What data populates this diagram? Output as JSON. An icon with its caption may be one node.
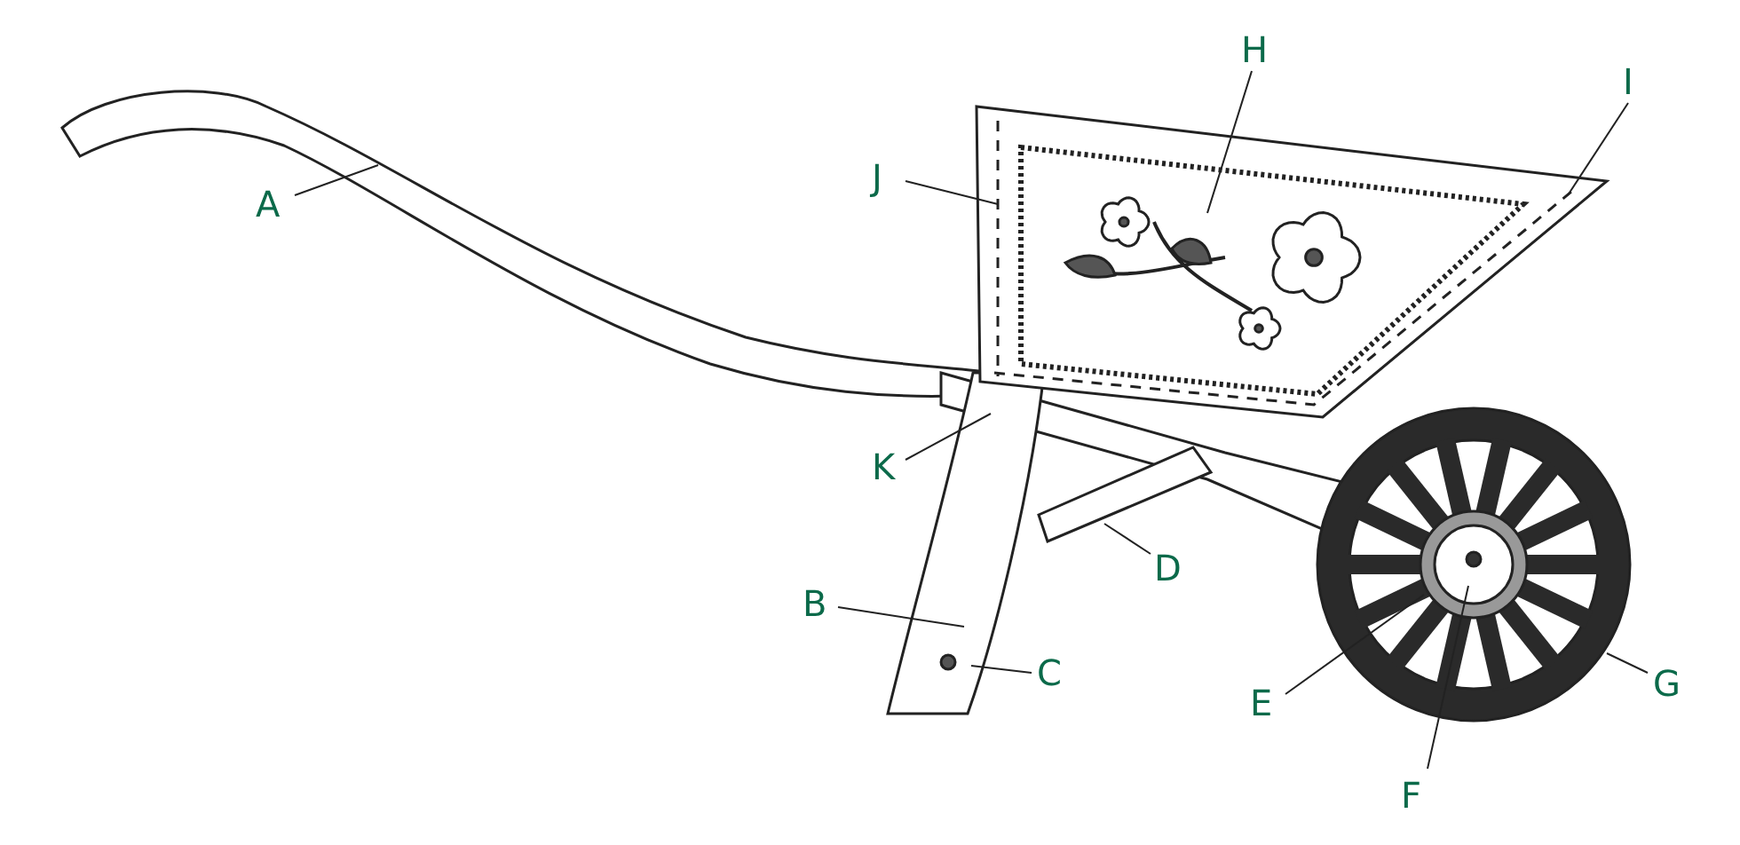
{
  "diagram": {
    "nodes": [
      {
        "text": [
          "A"
        ]
      },
      {
        "text": [
          "H"
        ]
      },
      {
        "text": [
          "I"
        ]
      },
      {
        "text": [
          "J"
        ]
      },
      {
        "text": [
          "K"
        ]
      },
      {
        "text": [
          "D"
        ]
      },
      {
        "text": [
          "B"
        ]
      },
      {
        "text": [
          "C"
        ]
      },
      {
        "text": [
          "E"
        ]
      },
      {
        "text": [
          "G"
        ]
      },
      {
        "text": [
          "F"
        ]
      }
    ],
    "edges": [
      {
        "from": 0,
        "to": null,
        "arrow": "none"
      },
      {
        "from": 1,
        "to": null,
        "arrow": "none"
      },
      {
        "from": 2,
        "to": null,
        "arrow": "none"
      },
      {
        "from": 3,
        "to": null,
        "arrow": "none"
      },
      {
        "from": 4,
        "to": null,
        "arrow": "none"
      },
      {
        "from": 5,
        "to": null,
        "arrow": "none"
      },
      {
        "from": 6,
        "to": null,
        "arrow": "none"
      },
      {
        "from": 7,
        "to": null,
        "arrow": "none"
      },
      {
        "from": 8,
        "to": null,
        "arrow": "none"
      },
      {
        "from": 9,
        "to": null,
        "arrow": "none"
      },
      {
        "from": 10,
        "to": null,
        "arrow": "none"
      }
    ]
  }
}
